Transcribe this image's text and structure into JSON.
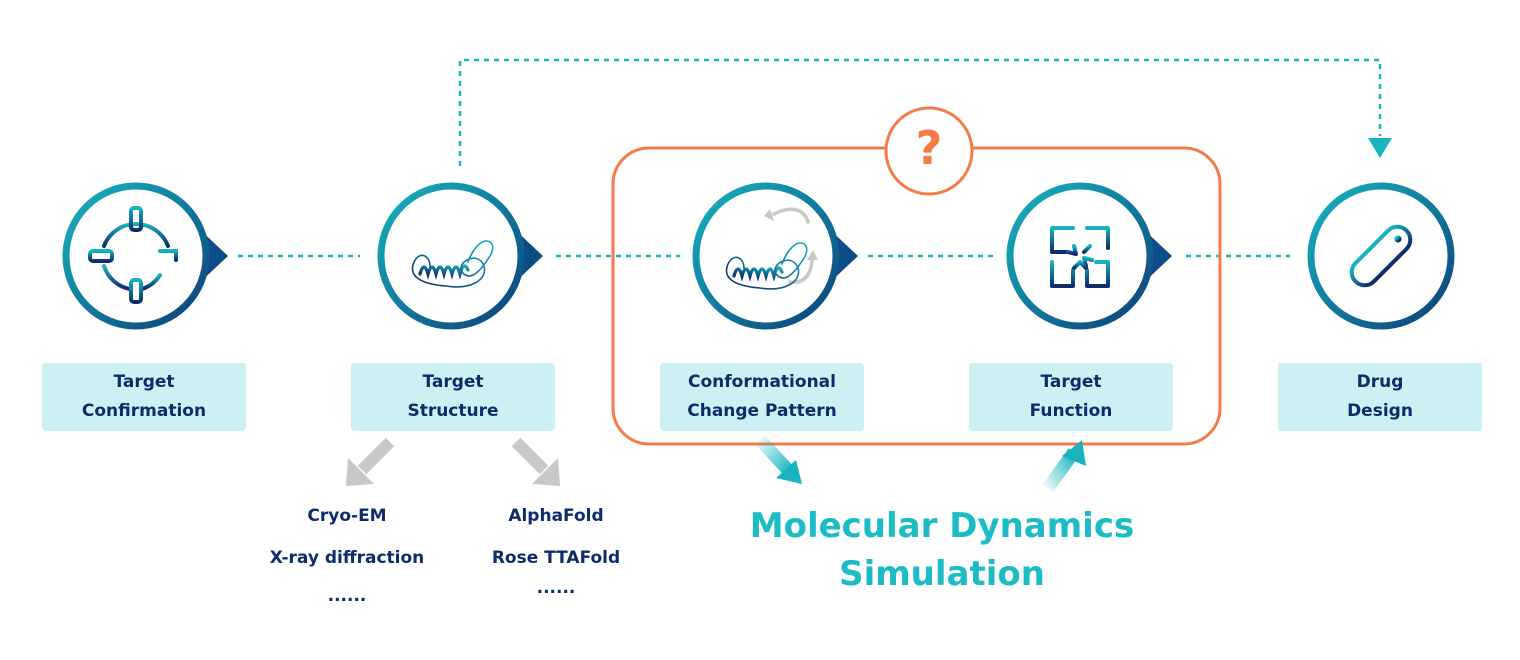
{
  "colors": {
    "teal": "#17b4c0",
    "navy": "#0d2c6b",
    "dark_blue": "#0f4c86",
    "orange": "#f57b48",
    "label_bg": "#cdf0f2",
    "gray_arrow": "#c8c8c8"
  },
  "steps": [
    {
      "id": "target-confirmation",
      "line1": "Target",
      "line2": "Confirmation",
      "icon": "crosshair-target-icon"
    },
    {
      "id": "target-structure",
      "line1": "Target",
      "line2": "Structure",
      "icon": "protein-helix-icon"
    },
    {
      "id": "conformational-change",
      "line1": "Conformational",
      "line2": "Change  Pattern",
      "icon": "protein-conformational-change-icon"
    },
    {
      "id": "target-function",
      "line1": "Target",
      "line2": "Function",
      "icon": "converging-arrows-icon"
    },
    {
      "id": "drug-design",
      "line1": "Drug",
      "line2": "Design",
      "icon": "pill-capsule-icon"
    }
  ],
  "structure_methods": {
    "experimental": [
      "Cryo-EM",
      "X-ray  diffraction",
      "......"
    ],
    "computational": [
      "AlphaFold",
      "Rose TTAFold",
      "......"
    ]
  },
  "question_mark": "?",
  "md_title": {
    "line1": "Molecular  Dynamics",
    "line2": "Simulation"
  }
}
